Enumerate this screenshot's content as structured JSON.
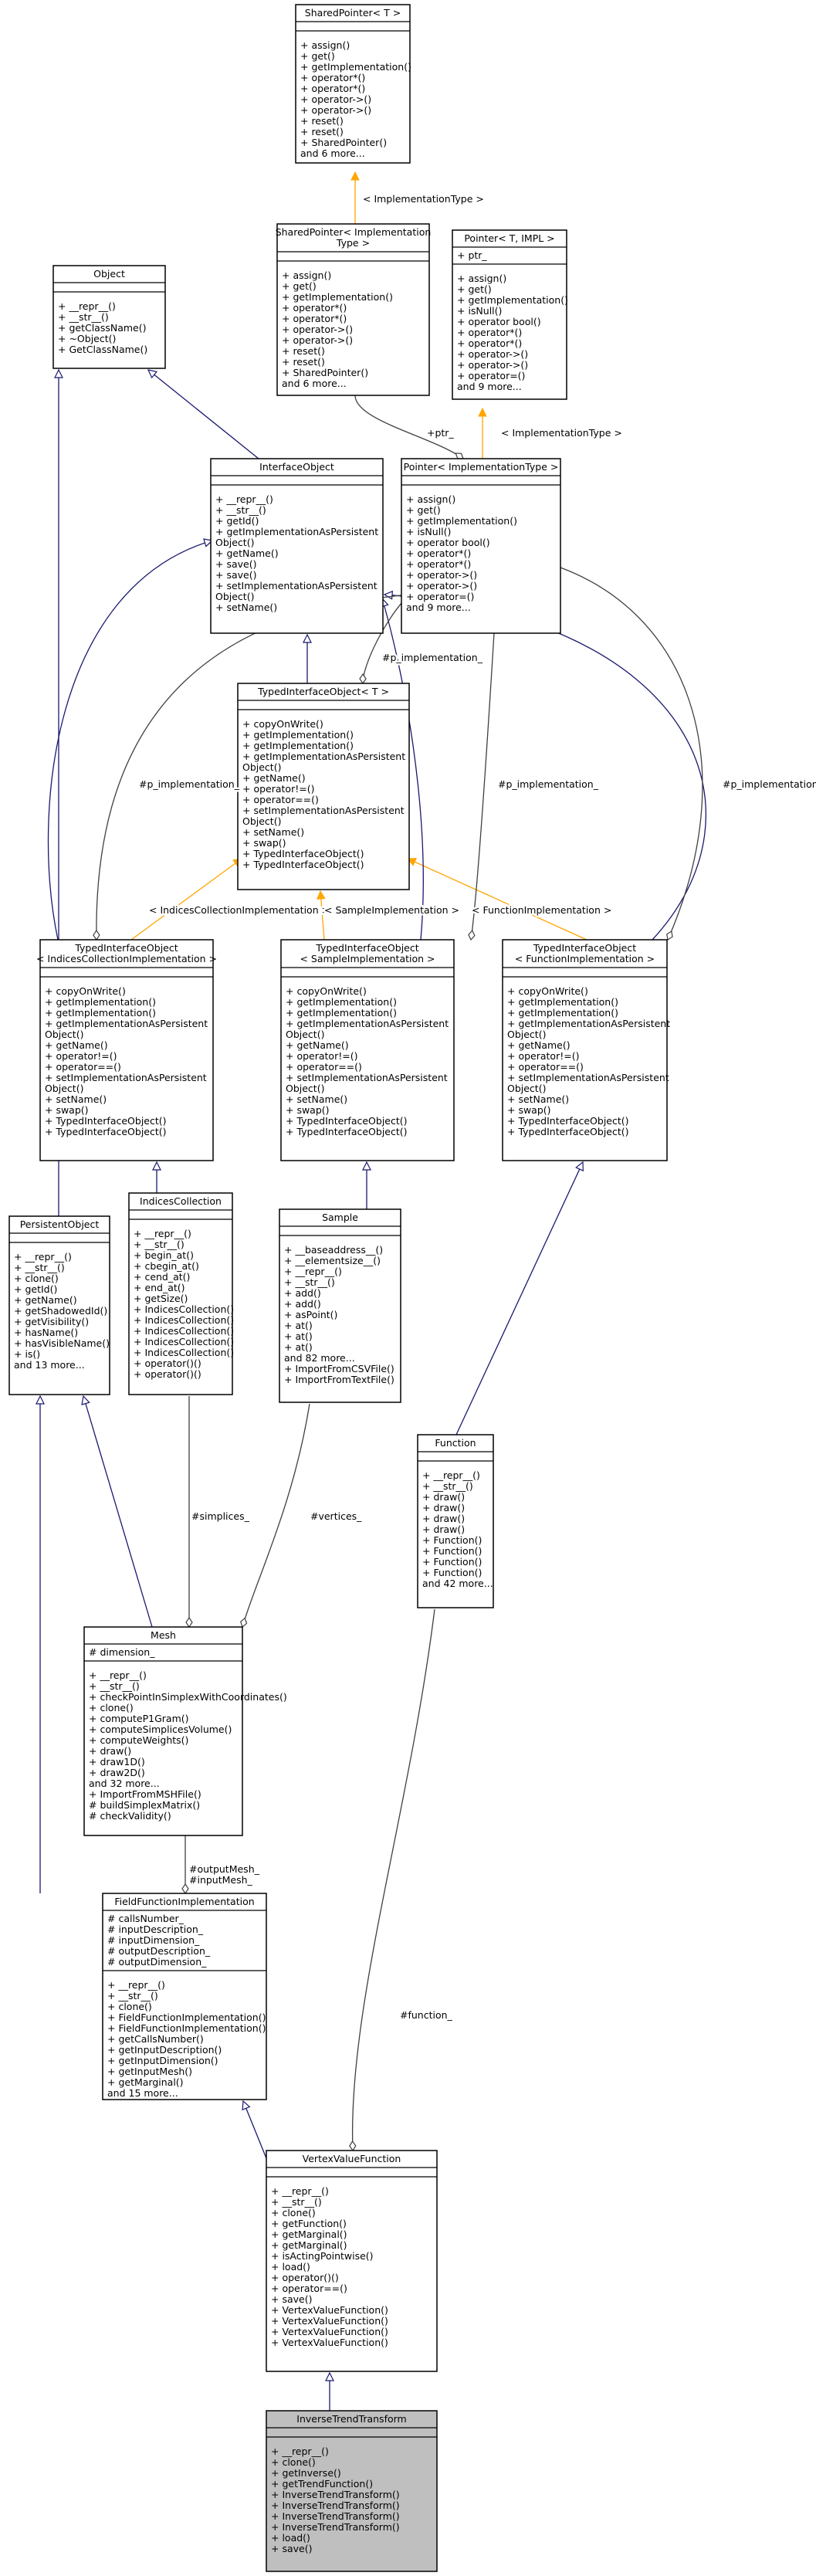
{
  "classes": {
    "SharedPointerT": {
      "title": [
        "SharedPointer< T >"
      ],
      "attributes": [],
      "methods": [
        "+ assign()",
        "+ get()",
        "+ getImplementation()",
        "+ operator*()",
        "+ operator*()",
        "+ operator->()",
        "+ operator->()",
        "+ reset()",
        "+ reset()",
        "+ SharedPointer()",
        "and 6 more..."
      ]
    },
    "SharedPointerImpl": {
      "title": [
        "SharedPointer< Implementation",
        "Type >"
      ],
      "attributes": [],
      "methods": [
        "+ assign()",
        "+ get()",
        "+ getImplementation()",
        "+ operator*()",
        "+ operator*()",
        "+ operator->()",
        "+ operator->()",
        "+ reset()",
        "+ reset()",
        "+ SharedPointer()",
        "and 6 more..."
      ]
    },
    "PointerTIMPL": {
      "title": [
        "Pointer< T, IMPL >"
      ],
      "attributes": [
        "+ ptr_"
      ],
      "methods": [
        "+ assign()",
        "+ get()",
        "+ getImplementation()",
        "+ isNull()",
        "+ operator bool()",
        "+ operator*()",
        "+ operator*()",
        "+ operator->()",
        "+ operator->()",
        "+ operator=()",
        "and 9 more..."
      ]
    },
    "Object": {
      "title": [
        "Object"
      ],
      "attributes": [],
      "methods": [
        "+ __repr__()",
        "+ __str__()",
        "+ getClassName()",
        "+ ~Object()",
        "+ GetClassName()"
      ]
    },
    "InterfaceObject": {
      "title": [
        "InterfaceObject"
      ],
      "attributes": [],
      "methods": [
        "+ __repr__()",
        "+ __str__()",
        "+ getId()",
        "+ getImplementationAsPersistent",
        "Object()",
        "+ getName()",
        "+ save()",
        "+ save()",
        "+ setImplementationAsPersistent",
        "Object()",
        "+ setName()"
      ]
    },
    "PointerImpl": {
      "title": [
        "Pointer< ImplementationType >"
      ],
      "attributes": [],
      "methods": [
        "+ assign()",
        "+ get()",
        "+ getImplementation()",
        "+ isNull()",
        "+ operator bool()",
        "+ operator*()",
        "+ operator*()",
        "+ operator->()",
        "+ operator->()",
        "+ operator=()",
        "and 9 more..."
      ]
    },
    "TypedInterfaceObjectT": {
      "title": [
        "TypedInterfaceObject< T >"
      ],
      "attributes": [],
      "methods": [
        "+ copyOnWrite()",
        "+ getImplementation()",
        "+ getImplementation()",
        "+ getImplementationAsPersistent",
        "Object()",
        "+ getName()",
        "+ operator!=()",
        "+ operator==()",
        "+ setImplementationAsPersistent",
        "Object()",
        "+ setName()",
        "+ swap()",
        "+ TypedInterfaceObject()",
        "+ TypedInterfaceObject()"
      ]
    },
    "TIOIndices": {
      "title": [
        "TypedInterfaceObject",
        "< IndicesCollectionImplementation >"
      ],
      "attributes": [],
      "methods": [
        "+ copyOnWrite()",
        "+ getImplementation()",
        "+ getImplementation()",
        "+ getImplementationAsPersistent",
        "Object()",
        "+ getName()",
        "+ operator!=()",
        "+ operator==()",
        "+ setImplementationAsPersistent",
        "Object()",
        "+ setName()",
        "+ swap()",
        "+ TypedInterfaceObject()",
        "+ TypedInterfaceObject()"
      ]
    },
    "TIOSample": {
      "title": [
        "TypedInterfaceObject",
        "< SampleImplementation >"
      ],
      "attributes": [],
      "methods": [
        "+ copyOnWrite()",
        "+ getImplementation()",
        "+ getImplementation()",
        "+ getImplementationAsPersistent",
        "Object()",
        "+ getName()",
        "+ operator!=()",
        "+ operator==()",
        "+ setImplementationAsPersistent",
        "Object()",
        "+ setName()",
        "+ swap()",
        "+ TypedInterfaceObject()",
        "+ TypedInterfaceObject()"
      ]
    },
    "TIOFunction": {
      "title": [
        "TypedInterfaceObject",
        "< FunctionImplementation >"
      ],
      "attributes": [],
      "methods": [
        "+ copyOnWrite()",
        "+ getImplementation()",
        "+ getImplementation()",
        "+ getImplementationAsPersistent",
        "Object()",
        "+ getName()",
        "+ operator!=()",
        "+ operator==()",
        "+ setImplementationAsPersistent",
        "Object()",
        "+ setName()",
        "+ swap()",
        "+ TypedInterfaceObject()",
        "+ TypedInterfaceObject()"
      ]
    },
    "PersistentObject": {
      "title": [
        "PersistentObject"
      ],
      "attributes": [],
      "methods": [
        "+ __repr__()",
        "+ __str__()",
        "+ clone()",
        "+ getId()",
        "+ getName()",
        "+ getShadowedId()",
        "+ getVisibility()",
        "+ hasName()",
        "+ hasVisibleName()",
        "+ is()",
        "and 13 more..."
      ]
    },
    "IndicesCollection": {
      "title": [
        "IndicesCollection"
      ],
      "attributes": [],
      "methods": [
        "+ __repr__()",
        "+ __str__()",
        "+ begin_at()",
        "+ cbegin_at()",
        "+ cend_at()",
        "+ end_at()",
        "+ getSize()",
        "+ IndicesCollection()",
        "+ IndicesCollection()",
        "+ IndicesCollection()",
        "+ IndicesCollection()",
        "+ IndicesCollection()",
        "+ operator()()",
        "+ operator()()"
      ]
    },
    "Sample": {
      "title": [
        "Sample"
      ],
      "attributes": [],
      "methods": [
        "+ __baseaddress__()",
        "+ __elementsize__()",
        "+ __repr__()",
        "+ __str__()",
        "+ add()",
        "+ add()",
        "+ asPoint()",
        "+ at()",
        "+ at()",
        "+ at()",
        "and 82 more...",
        "+ ImportFromCSVFile()",
        "+ ImportFromTextFile()"
      ]
    },
    "Function": {
      "title": [
        "Function"
      ],
      "attributes": [],
      "methods": [
        "+ __repr__()",
        "+ __str__()",
        "+ draw()",
        "+ draw()",
        "+ draw()",
        "+ draw()",
        "+ Function()",
        "+ Function()",
        "+ Function()",
        "+ Function()",
        "and 42 more..."
      ]
    },
    "Mesh": {
      "title": [
        "Mesh"
      ],
      "attributes": [
        "# dimension_"
      ],
      "methods": [
        "+ __repr__()",
        "+ __str__()",
        "+ checkPointInSimplexWithCoordinates()",
        "+ clone()",
        "+ computeP1Gram()",
        "+ computeSimplicesVolume()",
        "+ computeWeights()",
        "+ draw()",
        "+ draw1D()",
        "+ draw2D()",
        "and 32 more...",
        "+ ImportFromMSHFile()",
        "# buildSimplexMatrix()",
        "# checkValidity()"
      ]
    },
    "FieldFunctionImplementation": {
      "title": [
        "FieldFunctionImplementation"
      ],
      "attributes": [
        "# callsNumber_",
        "# inputDescription_",
        "# inputDimension_",
        "# outputDescription_",
        "# outputDimension_"
      ],
      "methods": [
        "+ __repr__()",
        "+ __str__()",
        "+ clone()",
        "+ FieldFunctionImplementation()",
        "+ FieldFunctionImplementation()",
        "+ getCallsNumber()",
        "+ getInputDescription()",
        "+ getInputDimension()",
        "+ getInputMesh()",
        "+ getMarginal()",
        "and 15 more..."
      ]
    },
    "VertexValueFunction": {
      "title": [
        "VertexValueFunction"
      ],
      "attributes": [],
      "methods": [
        "+ __repr__()",
        "+ __str__()",
        "+ clone()",
        "+ getFunction()",
        "+ getMarginal()",
        "+ getMarginal()",
        "+ isActingPointwise()",
        "+ load()",
        "+ operator()()",
        "+ operator==()",
        "+ save()",
        "+ VertexValueFunction()",
        "+ VertexValueFunction()",
        "+ VertexValueFunction()",
        "+ VertexValueFunction()"
      ]
    },
    "InverseTrendTransform": {
      "title": [
        "InverseTrendTransform"
      ],
      "attributes": [],
      "methods": [
        "+ __repr__()",
        "+ clone()",
        "+ getInverse()",
        "+ getTrendFunction()",
        "+ InverseTrendTransform()",
        "+ InverseTrendTransform()",
        "+ InverseTrendTransform()",
        "+ InverseTrendTransform()",
        "+ load()",
        "+ save()"
      ]
    }
  },
  "edge_labels": {
    "impl_type": "< ImplementationType >",
    "ptr": "+ptr_",
    "impl_type2": "< ImplementationType >",
    "p_impl_center": "#p_implementation_",
    "p_impl_left": "#p_implementation_",
    "p_impl_mid": "#p_implementation_",
    "p_impl_right": "#p_implementation_",
    "indices_impl": "< IndicesCollectionImplementation >",
    "sample_impl": "< SampleImplementation >",
    "function_impl": "< FunctionImplementation >",
    "simplices": "#simplices_",
    "vertices": "#vertices_",
    "output_mesh": "#outputMesh_",
    "input_mesh": "#inputMesh_",
    "function": "#function_"
  },
  "colors": {
    "inheritance_edge": "#191970",
    "template_edge": "#ffa500",
    "usage_edge": "#404040",
    "highlight_fill": "#bfbfbf"
  }
}
